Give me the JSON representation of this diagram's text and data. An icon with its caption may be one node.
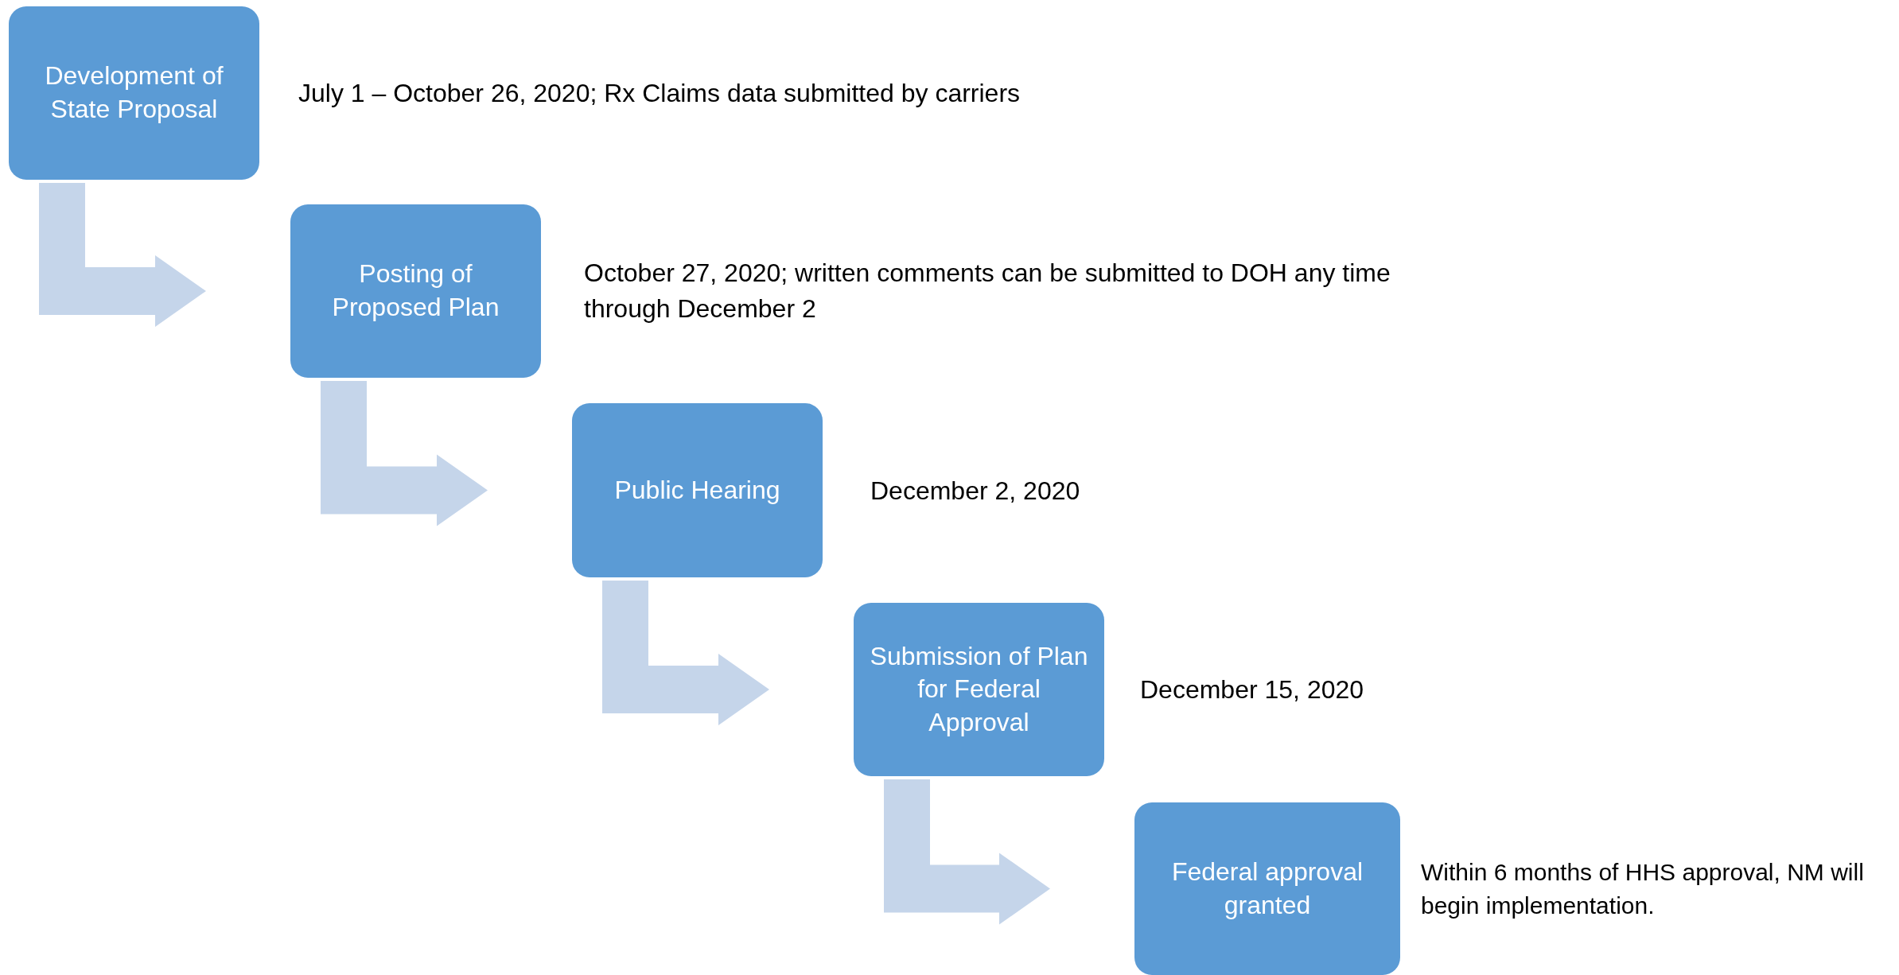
{
  "diagram": {
    "nodes": [
      {
        "text": [
          "Development of State Proposal"
        ],
        "beside": [
          "July 1 – October 26, 2020; Rx Claims data submitted by carriers"
        ]
      },
      {
        "text": [
          "Posting of Proposed Plan"
        ],
        "beside": [
          "October 27, 2020; written comments can be submitted to DOH any time through December 2"
        ]
      },
      {
        "text": [
          "Public Hearing"
        ],
        "beside": [
          "December 2, 2020"
        ]
      },
      {
        "text": [
          "Submission of Plan for Federal Approval"
        ],
        "beside": [
          "December 15, 2020"
        ]
      },
      {
        "text": [
          "Federal approval granted"
        ],
        "beside": [
          "Within 6 months of HHS approval, NM will begin implementation."
        ]
      }
    ],
    "edges": [
      {
        "from": 0,
        "to": 1,
        "arrow": "to"
      },
      {
        "from": 1,
        "to": 2,
        "arrow": "to"
      },
      {
        "from": 2,
        "to": 3,
        "arrow": "to"
      },
      {
        "from": 3,
        "to": 4,
        "arrow": "to"
      }
    ]
  }
}
